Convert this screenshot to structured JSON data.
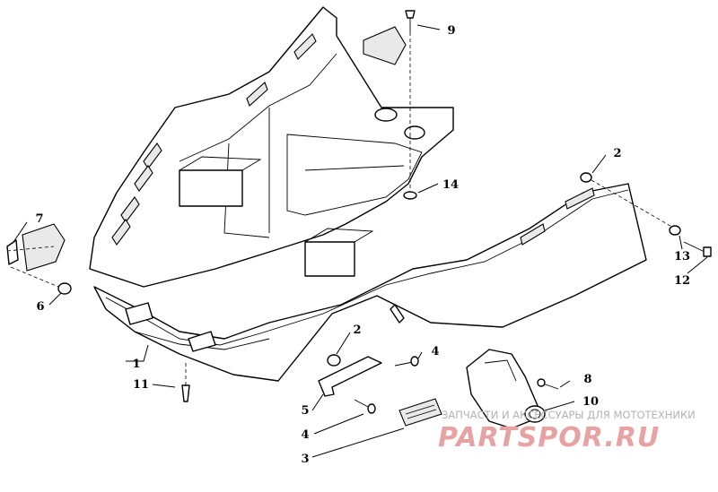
{
  "diagram": {
    "callouts": [
      "1",
      "2",
      "2",
      "3",
      "4",
      "4",
      "5",
      "6",
      "7",
      "8",
      "9",
      "10",
      "11",
      "12",
      "13",
      "14"
    ]
  },
  "watermark": {
    "tagline": "ЗАПЧАСТИ И АКСЕССУАРЫ ДЛЯ МОТОТЕХНИКИ",
    "brand": "PARTSPOR.RU",
    "color": "#e7a3a3"
  }
}
